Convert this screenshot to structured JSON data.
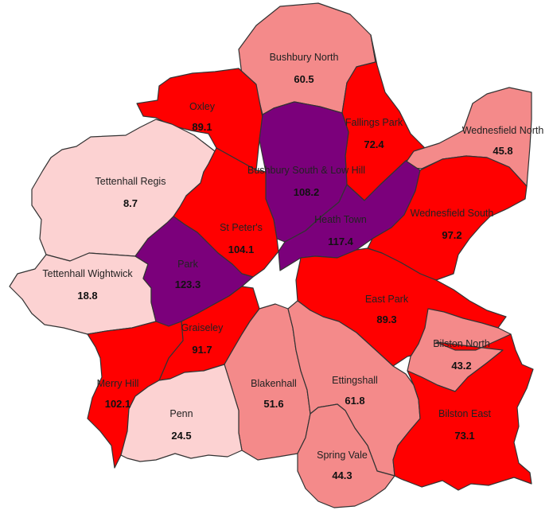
{
  "colors": {
    "band_lowest": "#fcd2d2",
    "band_low": "#f48a8a",
    "band_high": "#ff0000",
    "band_highest": "#7b007b",
    "border": "#333333",
    "background": "#ffffff"
  },
  "wards": [
    {
      "id": "bushbury-north",
      "name": "Bushbury North",
      "value": "60.5",
      "band": "band_low"
    },
    {
      "id": "oxley",
      "name": "Oxley",
      "value": "89.1",
      "band": "band_high"
    },
    {
      "id": "fallings-park",
      "name": "Fallings Park",
      "value": "72.4",
      "band": "band_high"
    },
    {
      "id": "wednesfield-north",
      "name": "Wednesfield North",
      "value": "45.8",
      "band": "band_low"
    },
    {
      "id": "tettenhall-regis",
      "name": "Tettenhall Regis",
      "value": "8.7",
      "band": "band_lowest"
    },
    {
      "id": "bushbury-south-low-hill",
      "name": "Bushbury South & Low Hill",
      "value": "108.2",
      "band": "band_highest"
    },
    {
      "id": "heath-town",
      "name": "Heath Town",
      "value": "117.4",
      "band": "band_highest"
    },
    {
      "id": "wednesfield-south",
      "name": "Wednesfield South",
      "value": "97.2",
      "band": "band_high"
    },
    {
      "id": "st-peters",
      "name": "St Peter's",
      "value": "104.1",
      "band": "band_high"
    },
    {
      "id": "tettenhall-wightwick",
      "name": "Tettenhall Wightwick",
      "value": "18.8",
      "band": "band_lowest"
    },
    {
      "id": "park",
      "name": "Park",
      "value": "123.3",
      "band": "band_highest"
    },
    {
      "id": "east-park",
      "name": "East Park",
      "value": "89.3",
      "band": "band_high"
    },
    {
      "id": "graiseley",
      "name": "Graiseley",
      "value": "91.7",
      "band": "band_high"
    },
    {
      "id": "bilston-north",
      "name": "Bilston North",
      "value": "43.2",
      "band": "band_low"
    },
    {
      "id": "merry-hill",
      "name": "Merry Hill",
      "value": "102.1",
      "band": "band_high"
    },
    {
      "id": "blakenhall",
      "name": "Blakenhall",
      "value": "51.6",
      "band": "band_low"
    },
    {
      "id": "ettingshall",
      "name": "Ettingshall",
      "value": "61.8",
      "band": "band_low"
    },
    {
      "id": "penn",
      "name": "Penn",
      "value": "24.5",
      "band": "band_lowest"
    },
    {
      "id": "bilston-east",
      "name": "Bilston East",
      "value": "73.1",
      "band": "band_high"
    },
    {
      "id": "spring-vale",
      "name": "Spring Vale",
      "value": "44.3",
      "band": "band_low"
    }
  ]
}
